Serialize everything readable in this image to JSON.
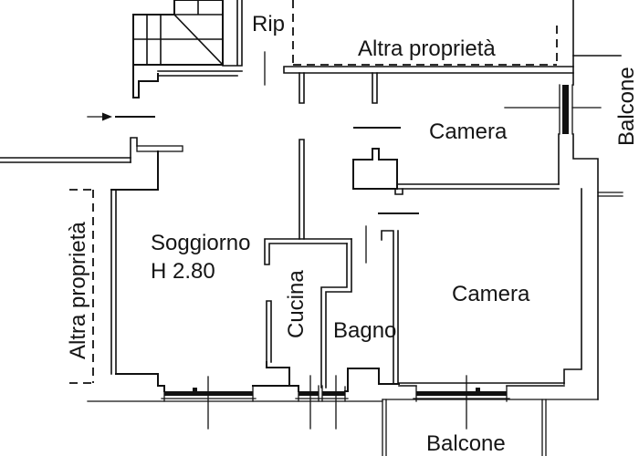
{
  "plan": {
    "type": "floor-plan",
    "colors": {
      "line": "#111111",
      "background": "#ffffff"
    },
    "labels": {
      "rip": "Rip",
      "altra_proprieta_top": "Altra proprietà",
      "camera_top": "Camera",
      "balcone_right": "Balcone",
      "soggiorno": "Soggiorno",
      "soggiorno_height": "H 2.80",
      "cucina": "Cucina",
      "bagno": "Bagno",
      "camera_bottom": "Camera",
      "balcone_bottom": "Balcone",
      "altra_proprieta_left": "Altra proprietà"
    }
  }
}
